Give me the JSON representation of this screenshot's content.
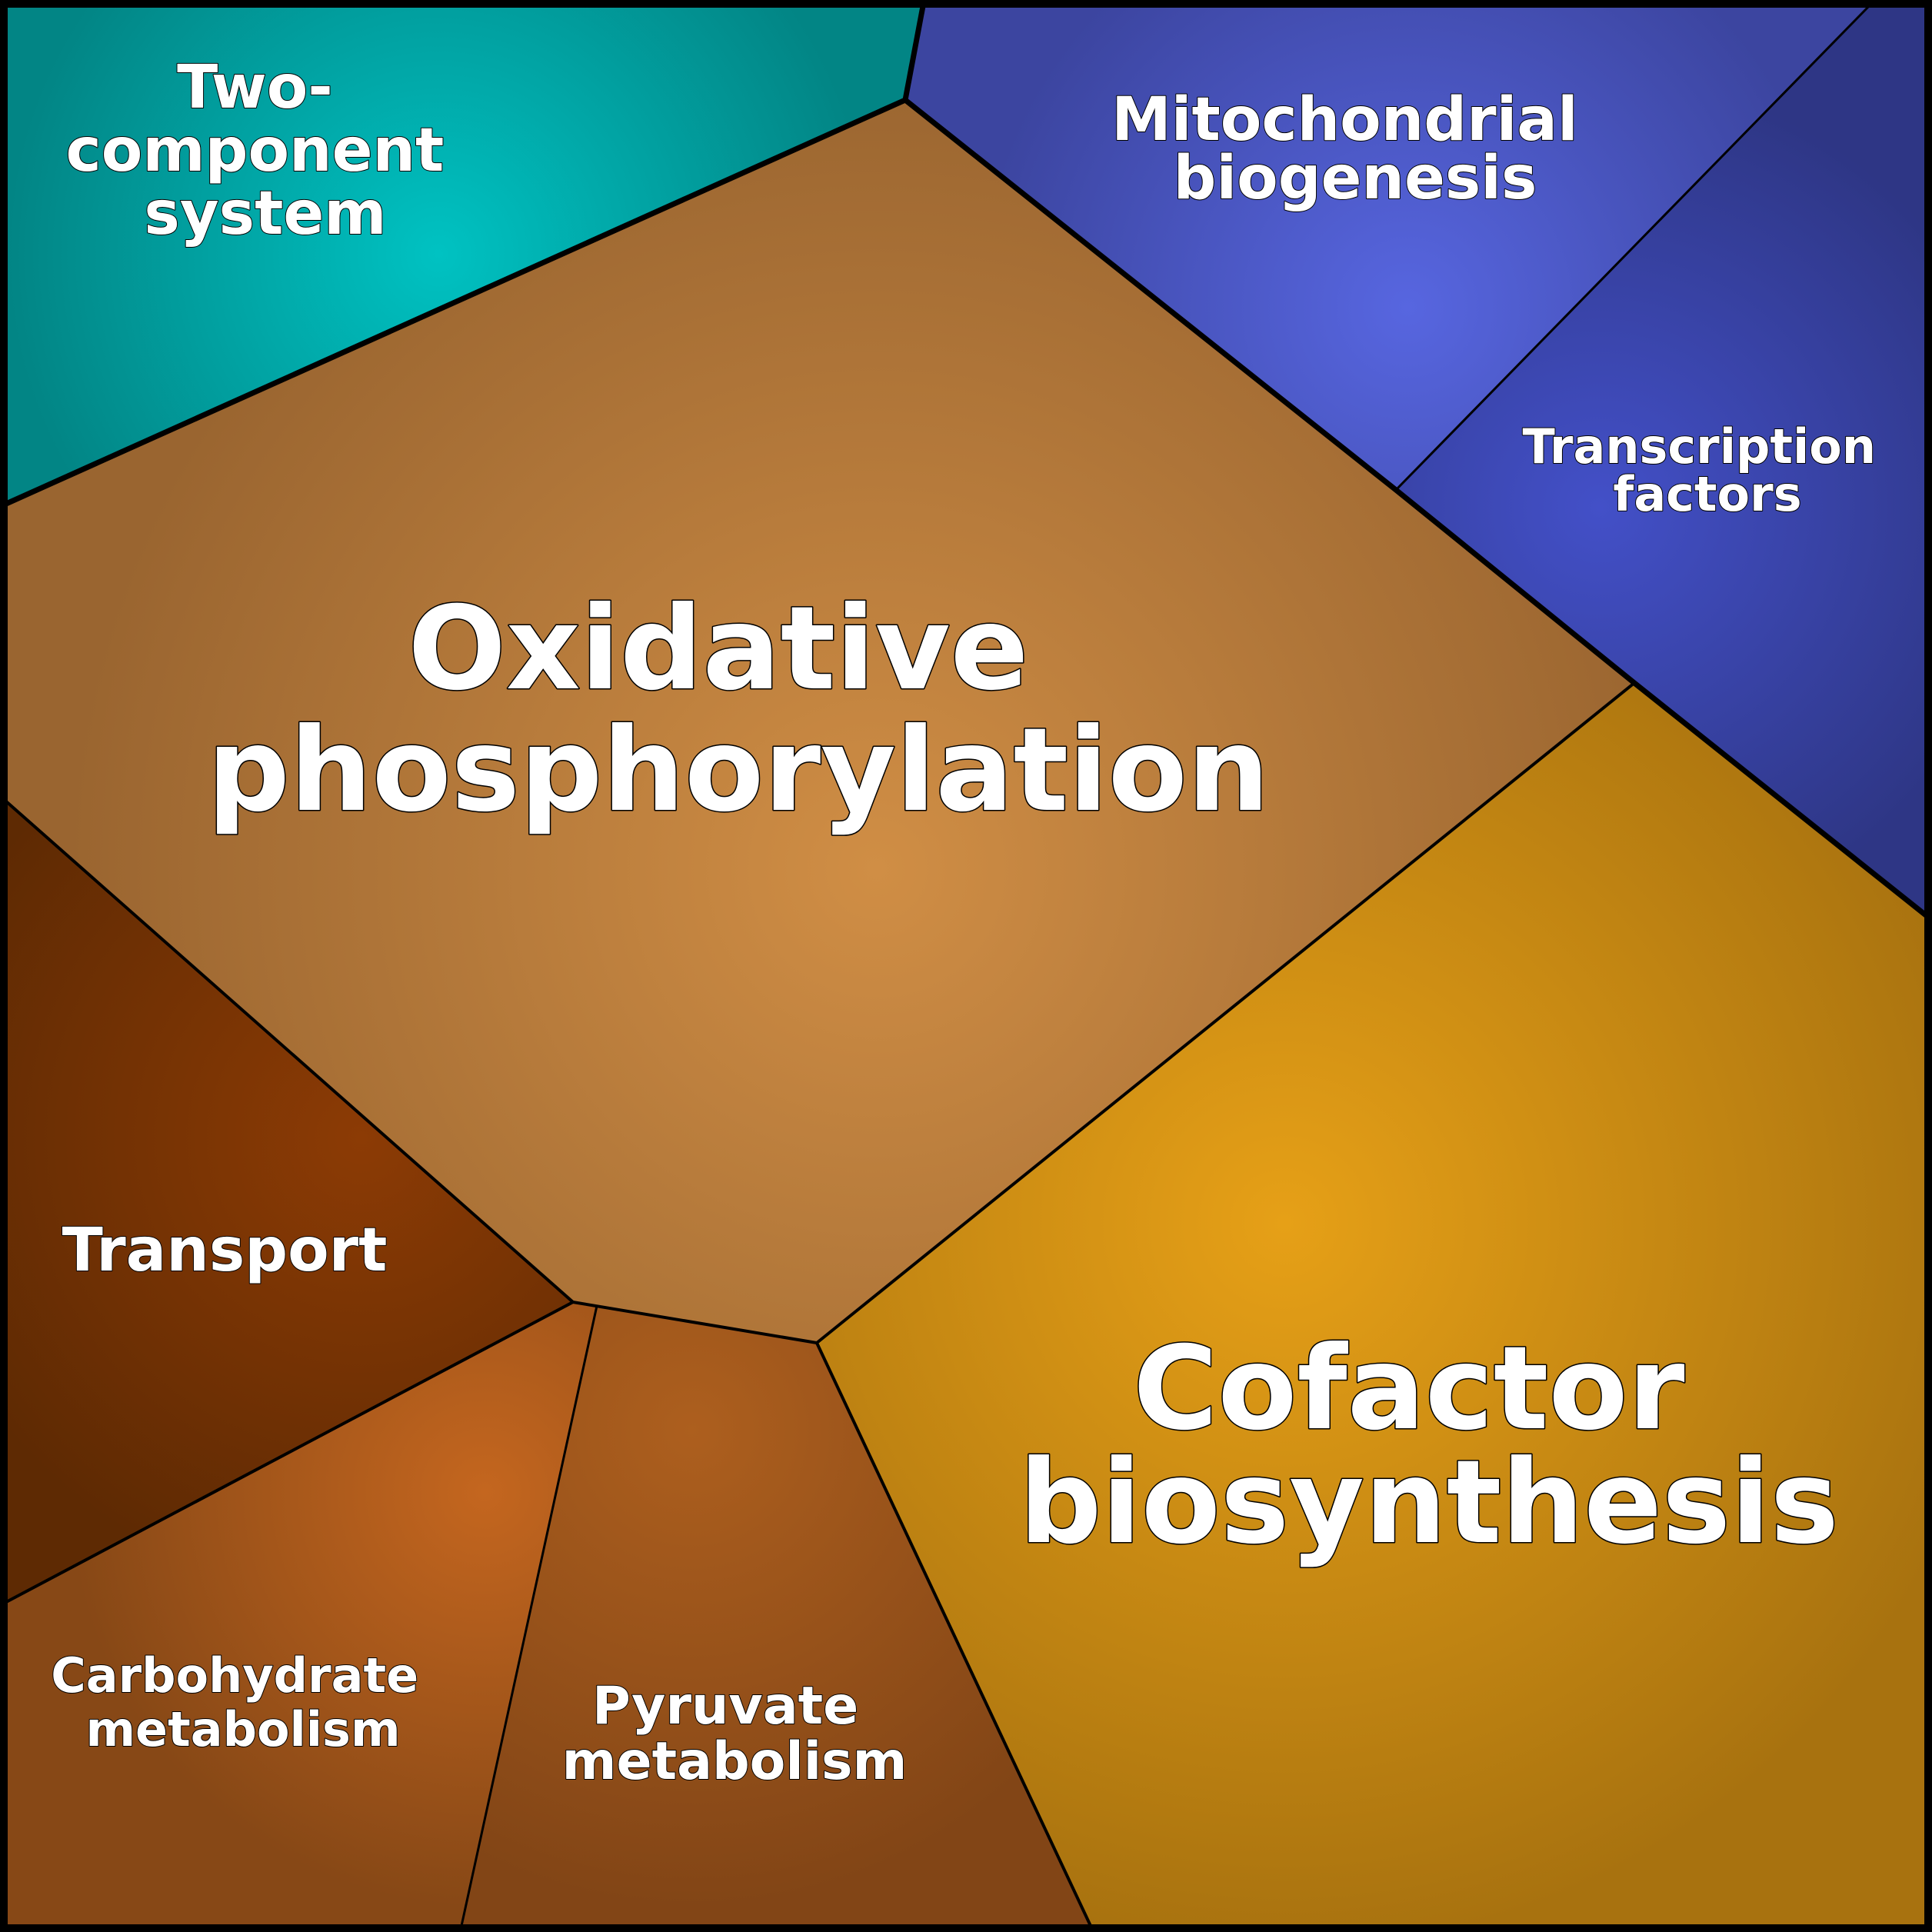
{
  "diagram": {
    "cells": [
      {
        "id": "oxphos",
        "lines": [
          "Oxidative",
          "phosphorylation"
        ],
        "color": "#D08E45",
        "edge": "#9A6530"
      },
      {
        "id": "cofactor",
        "lines": [
          "Cofactor",
          "biosynthesis"
        ],
        "color": "#E6A017",
        "edge": "#A8720F"
      },
      {
        "id": "twocomp",
        "lines": [
          "Two-",
          "component",
          "system"
        ],
        "color": "#00C2C2",
        "edge": "#028585"
      },
      {
        "id": "mito",
        "lines": [
          "Mitochondrial",
          "biogenesis"
        ],
        "color": "#5766E0",
        "edge": "#3C45A0"
      },
      {
        "id": "tf",
        "lines": [
          "Transcription",
          "factors"
        ],
        "color": "#4350C8",
        "edge": "#2E3685"
      },
      {
        "id": "transport",
        "lines": [
          "Transport"
        ],
        "color": "#8C3B05",
        "edge": "#5E2A03"
      },
      {
        "id": "carb",
        "lines": [
          "Carbohydrate",
          "metabolism"
        ],
        "color": "#C4661F",
        "edge": "#874816"
      },
      {
        "id": "pyruvate",
        "lines": [
          "Pyruvate",
          "metabolism"
        ],
        "color": "#AD5F1E",
        "edge": "#824516"
      }
    ]
  }
}
